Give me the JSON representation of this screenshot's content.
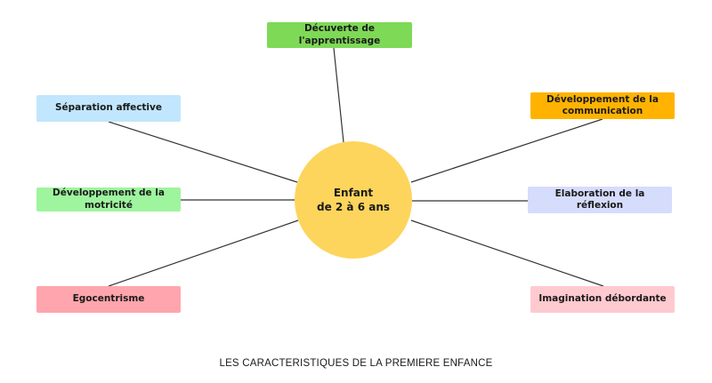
{
  "center": {
    "line1": "Enfant",
    "line2": "de 2 à 6 ans",
    "color": "#fdd55c"
  },
  "nodes": [
    {
      "id": "top",
      "label": "Décuverte de l'apprentissage",
      "color": "#7ed957"
    },
    {
      "id": "left-top",
      "label": "Séparation affective",
      "color": "#c1e6fd"
    },
    {
      "id": "left-middle",
      "label": "Développement de la motricité",
      "color": "#9ef59e"
    },
    {
      "id": "left-bottom",
      "label": "Egocentrisme",
      "color": "#ffa5ad"
    },
    {
      "id": "right-top",
      "label": "Développement de la communication",
      "color": "#ffb300"
    },
    {
      "id": "right-middle",
      "label": "Elaboration de la réflexion",
      "color": "#d6dcfc"
    },
    {
      "id": "right-bottom",
      "label": "Imagination débordante",
      "color": "#ffc9d0"
    }
  ],
  "caption": "LES CARACTERISTIQUES DE LA PREMIERE ENFANCE",
  "line_color": "#333333"
}
